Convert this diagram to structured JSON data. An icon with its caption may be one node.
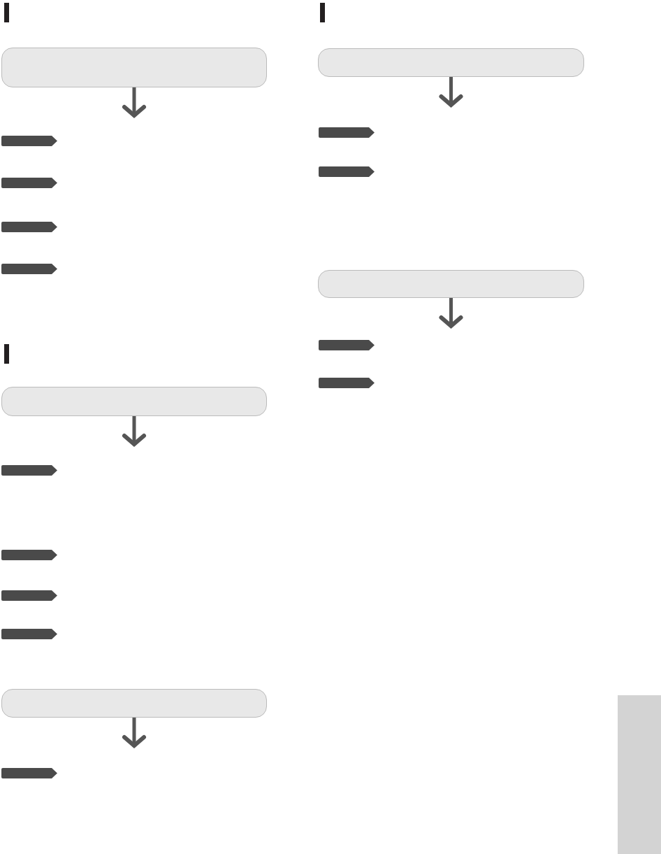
{
  "diagram": {
    "nodes": [
      {
        "text": [],
        "shape": "box"
      },
      {
        "text": [],
        "shape": "tag"
      },
      {
        "text": [],
        "shape": "tag"
      },
      {
        "text": [],
        "shape": "tag"
      },
      {
        "text": [],
        "shape": "tag"
      },
      {
        "text": [],
        "shape": "box"
      },
      {
        "text": [],
        "shape": "tag"
      },
      {
        "text": [],
        "shape": "tag"
      },
      {
        "text": [],
        "shape": "tag"
      },
      {
        "text": [],
        "shape": "tag"
      },
      {
        "text": [],
        "shape": "box"
      },
      {
        "text": [],
        "shape": "tag"
      },
      {
        "text": [],
        "shape": "box"
      },
      {
        "text": [],
        "shape": "tag"
      },
      {
        "text": [],
        "shape": "tag"
      },
      {
        "text": [],
        "shape": "box"
      },
      {
        "text": [],
        "shape": "tag"
      },
      {
        "text": [],
        "shape": "tag"
      },
      {
        "text": [],
        "shape": "bar"
      }
    ],
    "edges": [
      {
        "from": 0,
        "to": null,
        "arrow": "to"
      },
      {
        "from": 5,
        "to": null,
        "arrow": "to"
      },
      {
        "from": 10,
        "to": null,
        "arrow": "to"
      },
      {
        "from": 12,
        "to": null,
        "arrow": "to"
      },
      {
        "from": 15,
        "to": null,
        "arrow": "to"
      }
    ]
  }
}
